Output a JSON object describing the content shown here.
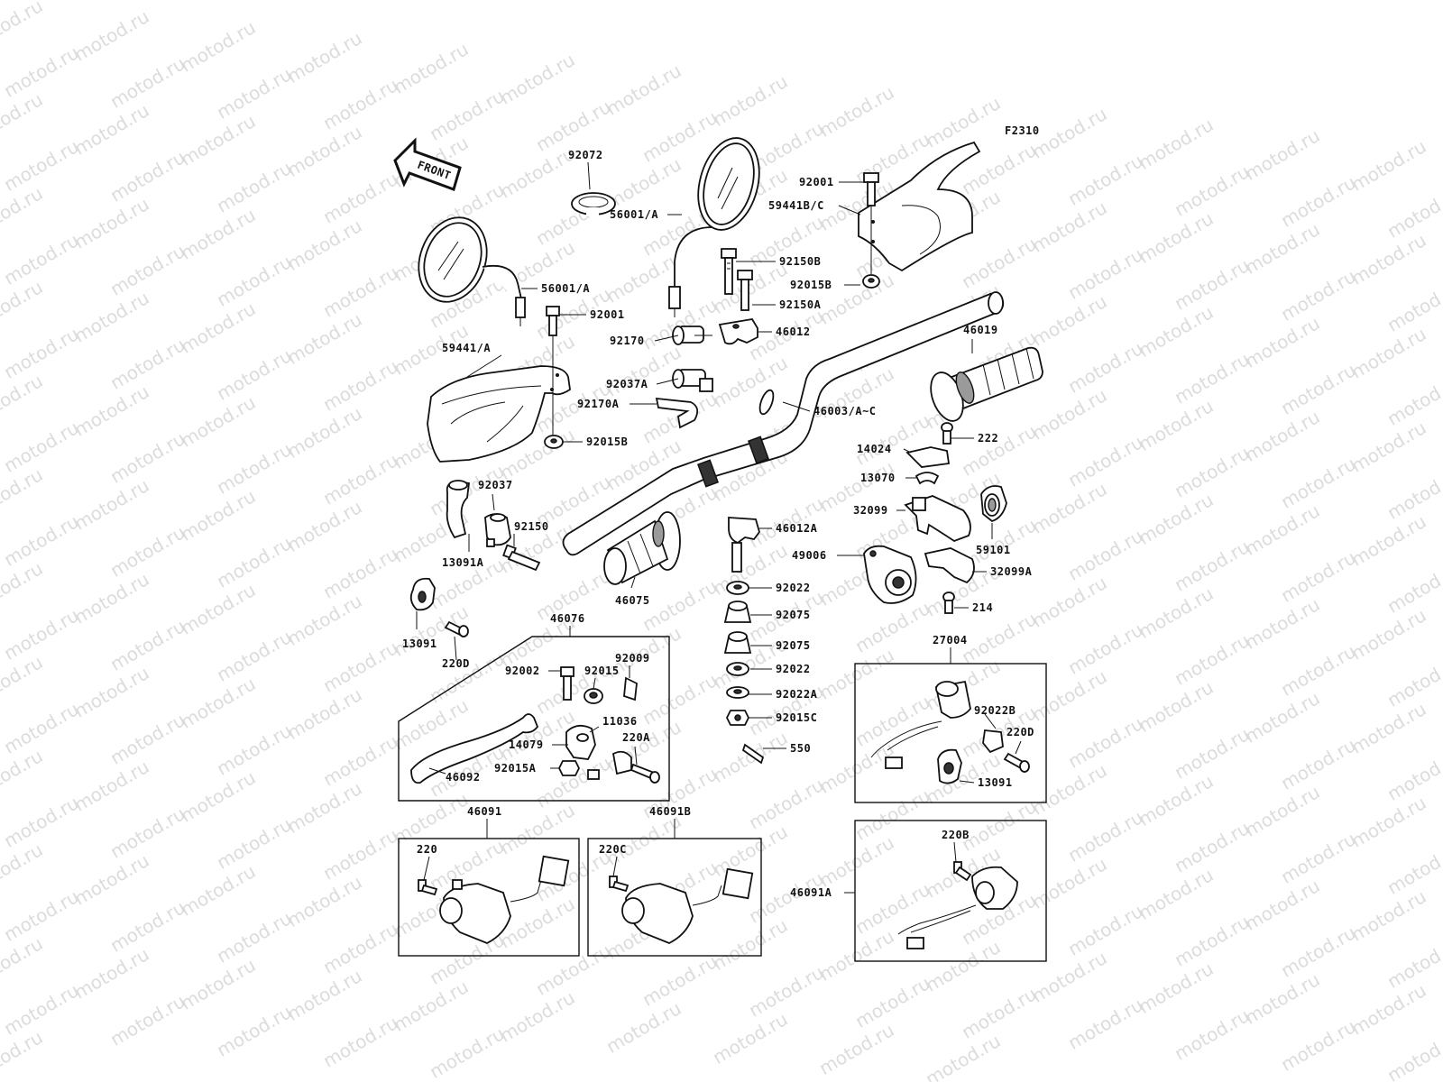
{
  "diagram_code": "F2310",
  "front_label": "FRONT",
  "watermark": "motod.ru",
  "labels": {
    "p92072": "92072",
    "p56001A_left": "56001/A",
    "p56001A_right": "56001/A",
    "p92001_top": "92001",
    "p59441BC": "59441B/C",
    "p92150B": "92150B",
    "p92015B_top": "92015B",
    "p92150A": "92150A",
    "p92001_left": "92001",
    "p46012": "46012",
    "p59441A": "59441/A",
    "p92170": "92170",
    "p46019": "46019",
    "p92037A": "92037A",
    "p92170A": "92170A",
    "p46003": "46003/A~C",
    "p92015B_left": "92015B",
    "p222": "222",
    "p14024": "14024",
    "p13070": "13070",
    "p92037": "92037",
    "p32099": "32099",
    "p92150": "92150",
    "p46012A": "46012A",
    "p59101": "59101",
    "p13091A": "13091A",
    "p49006": "49006",
    "p32099A": "32099A",
    "p92022_a": "92022",
    "p46075": "46075",
    "p214": "214",
    "p92075_a": "92075",
    "p13091_left": "13091",
    "p46076": "46076",
    "p92075_b": "92075",
    "p27004": "27004",
    "p220D_left": "220D",
    "p92002": "92002",
    "p92015": "92015",
    "p92009": "92009",
    "p92022_b": "92022",
    "p92022A": "92022A",
    "p92022B": "92022B",
    "p11036": "11036",
    "p92015C": "92015C",
    "p220D_right": "220D",
    "p14079": "14079",
    "p220A": "220A",
    "p550": "550",
    "p92015A": "92015A",
    "p46092": "46092",
    "p13091_right": "13091",
    "p46091": "46091",
    "p46091B": "46091B",
    "p220": "220",
    "p220C": "220C",
    "p220B": "220B",
    "p46091A": "46091A"
  }
}
